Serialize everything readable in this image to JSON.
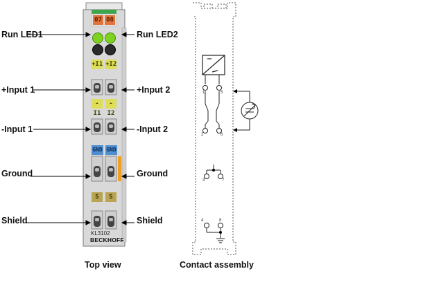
{
  "labels_left": [
    {
      "key": "run_led1",
      "text": "Run LED1"
    },
    {
      "key": "input1_plus",
      "text": "+Input 1"
    },
    {
      "key": "input1_minus",
      "text": "-Input 1"
    },
    {
      "key": "ground_left",
      "text": "Ground"
    },
    {
      "key": "shield_left",
      "text": "Shield"
    }
  ],
  "labels_right": [
    {
      "key": "run_led2",
      "text": "Run LED2"
    },
    {
      "key": "input2_plus",
      "text": "+Input 2"
    },
    {
      "key": "input2_minus",
      "text": "-Input 2"
    },
    {
      "key": "ground_right",
      "text": "Ground"
    },
    {
      "key": "shield_right",
      "text": "Shield"
    }
  ],
  "module": {
    "channel_left": "07",
    "channel_right": "08",
    "plus_left": "+I1",
    "plus_right": "+I2",
    "minus_left": "-I1",
    "minus_right": "-I2",
    "gnd_left": "GND",
    "gnd_right": "GND",
    "shield_left": "S",
    "shield_right": "S",
    "model": "KL3102",
    "brand": "BECKHOFF"
  },
  "contacts": {
    "pins": [
      "1",
      "5",
      "2",
      "6",
      "3",
      "7",
      "4",
      "8"
    ]
  },
  "captions": {
    "top_view": "Top view",
    "contact_assembly": "Contact assembly"
  },
  "colors": {
    "module_body": "#d9d9d9",
    "led_green": "#7ed321",
    "led_dark": "#2a2a2a",
    "label_yellow": "#dede59",
    "label_blue": "#4f8fcf",
    "label_brown": "#b8a452",
    "channel_orange": "#e2733a",
    "top_green": "#3aa84a",
    "ground_bar": "#f0a020"
  }
}
